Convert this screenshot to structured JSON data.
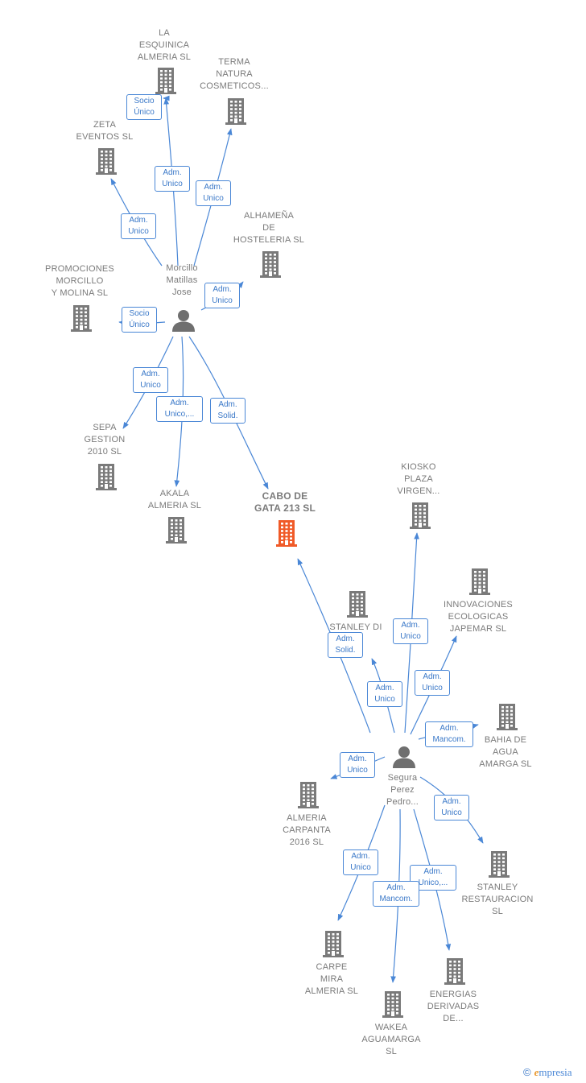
{
  "colors": {
    "edge": "#4a87d6",
    "building": "#7a7a7a",
    "building_highlight": "#f05a28",
    "person": "#6f6f6f"
  },
  "nodes": [
    {
      "id": "laesquinica",
      "label": "LA\nESQUINICA\nALMERIA  SL",
      "type": "company"
    },
    {
      "id": "terma",
      "label": "TERMA\nNATURA\nCOSMETICOS...",
      "type": "company"
    },
    {
      "id": "zeta",
      "label": "ZETA\nEVENTOS  SL",
      "type": "company"
    },
    {
      "id": "alhamena",
      "label": "ALHAMEÑA\nDE\nHOSTELERIA SL",
      "type": "company"
    },
    {
      "id": "promociones",
      "label": "PROMOCIONES\nMORCILLO\nY MOLINA SL",
      "type": "company"
    },
    {
      "id": "morcillo",
      "label": "Morcillo\nMatillas\nJose",
      "type": "person"
    },
    {
      "id": "sepa",
      "label": "SEPA\nGESTION\n2010 SL",
      "type": "company"
    },
    {
      "id": "akala",
      "label": "AKALA\nALMERIA  SL",
      "type": "company"
    },
    {
      "id": "cabo",
      "label": "CABO DE\nGATA 213  SL",
      "type": "company",
      "highlight": true
    },
    {
      "id": "kiosko",
      "label": "KIOSKO\nPLAZA\nVIRGEN...",
      "type": "company"
    },
    {
      "id": "stanleydi",
      "label": "STANLEY DI\nCO\nA...",
      "type": "company"
    },
    {
      "id": "innovaciones",
      "label": "INNOVACIONES\nECOLOGICAS\nJAPEMAR  SL",
      "type": "company"
    },
    {
      "id": "bahia",
      "label": "BAHIA DE\nAGUA\nAMARGA  SL",
      "type": "company"
    },
    {
      "id": "segura",
      "label": "Segura\nPerez\nPedro...",
      "type": "person"
    },
    {
      "id": "carpanta",
      "label": "ALMERIA\nCARPANTA\n2016  SL",
      "type": "company"
    },
    {
      "id": "stanleyrest",
      "label": "STANLEY\nRESTAURACION\nSL",
      "type": "company"
    },
    {
      "id": "carpe",
      "label": "CARPE\nMIRA\nALMERIA SL",
      "type": "company"
    },
    {
      "id": "energias",
      "label": "ENERGIAS\nDERIVADAS\nDE...",
      "type": "company"
    },
    {
      "id": "wakea",
      "label": "WAKEA\nAGUAMARGA\nSL",
      "type": "company"
    }
  ],
  "edges": [
    {
      "from": "morcillo",
      "to": "laesquinica",
      "label": "Adm.\nUnico"
    },
    {
      "from": "morcillo",
      "to": "laesquinica",
      "label": "Socio\nÚnico"
    },
    {
      "from": "morcillo",
      "to": "terma",
      "label": "Adm.\nUnico"
    },
    {
      "from": "morcillo",
      "to": "zeta",
      "label": "Adm.\nUnico"
    },
    {
      "from": "morcillo",
      "to": "alhamena",
      "label": "Adm.\nUnico"
    },
    {
      "from": "morcillo",
      "to": "promociones",
      "label": "Socio\nÚnico"
    },
    {
      "from": "morcillo",
      "to": "sepa",
      "label": "Adm.\nUnico"
    },
    {
      "from": "morcillo",
      "to": "akala",
      "label": "Adm.\nUnico,..."
    },
    {
      "from": "morcillo",
      "to": "cabo",
      "label": "Adm.\nSolid."
    },
    {
      "from": "segura",
      "to": "cabo",
      "label": "Adm.\nSolid."
    },
    {
      "from": "segura",
      "to": "kiosko",
      "label": "Adm.\nUnico"
    },
    {
      "from": "segura",
      "to": "stanleydi",
      "label": "Adm.\nUnico"
    },
    {
      "from": "segura",
      "to": "innovaciones",
      "label": "Adm.\nUnico"
    },
    {
      "from": "segura",
      "to": "bahia",
      "label": "Adm.\nMancom."
    },
    {
      "from": "segura",
      "to": "carpanta",
      "label": "Adm.\nUnico"
    },
    {
      "from": "segura",
      "to": "stanleyrest",
      "label": "Adm.\nUnico"
    },
    {
      "from": "segura",
      "to": "carpe",
      "label": "Adm.\nUnico"
    },
    {
      "from": "segura",
      "to": "energias",
      "label": "Adm.\nUnico,..."
    },
    {
      "from": "segura",
      "to": "wakea",
      "label": "Adm.\nMancom."
    }
  ],
  "brand": {
    "copyright": "©",
    "initial": "e",
    "rest": "mpresia"
  }
}
